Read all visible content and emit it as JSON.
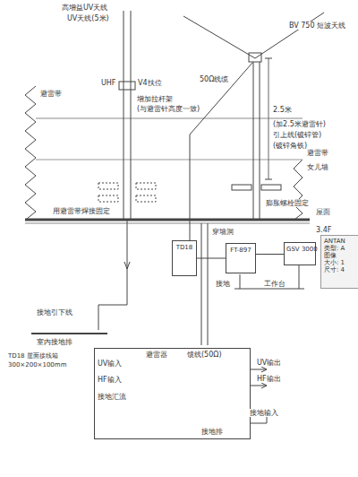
{
  "diagram": {
    "nodes": [
      {
        "text": [
          "TD18"
        ]
      },
      {
        "text": [
          "FT-897"
        ]
      },
      {
        "text": [
          "GSV 3000"
        ]
      },
      {
        "text": [
          "TD18 屋面接线箱",
          "300×200×100mm"
        ]
      },
      {
        "text": [
          "ANTAN",
          "类型: A",
          "图像",
          "大小: 1",
          "尺寸: 4"
        ]
      }
    ],
    "edges": [
      {
        "from": 0,
        "to": 1,
        "arrow": "none"
      },
      {
        "from": 1,
        "to": 2,
        "arrow": "none"
      }
    ],
    "labels": [
      "高增益UV天线",
      "UV天线(5米)",
      "UHF",
      "V4扶位",
      "增加拉杆架",
      "(与避雷针高度一致)",
      "避雷带",
      "用避雷带焊接固定",
      "BV 750 短波天线",
      "50Ω线缆",
      "2.5米",
      "(加2.5米避雷针)",
      "引上线(镀锌管)",
      "(镀锌角铁)",
      "避雷带",
      "女儿墙",
      "膨胀螺栓固定",
      "屋面",
      "3.4F",
      "穿墙洞",
      "接地",
      "工作台",
      "接地引下线",
      "室内接地排",
      "避雷器",
      "馈线(50Ω)",
      "UV输出",
      "HF输出",
      "接地输入",
      "UV输入",
      "HF输入",
      "接地汇流",
      "接地排"
    ]
  }
}
